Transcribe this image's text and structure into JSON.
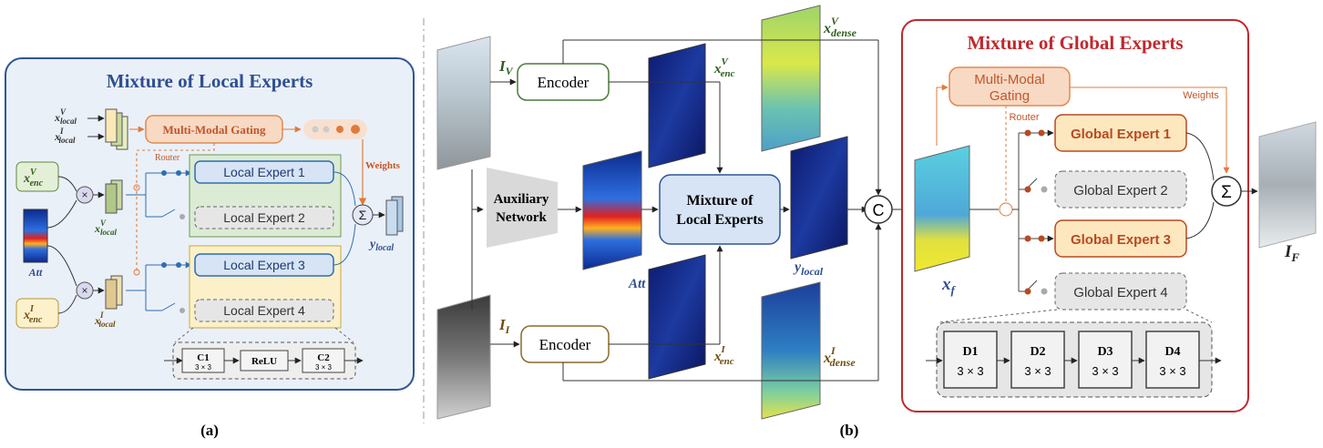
{
  "panel_a": {
    "title": "Mixture of Local Experts",
    "gating": "Multi-Modal Gating",
    "router": "Router",
    "weights": "Weights",
    "experts": [
      "Local Expert 1",
      "Local Expert 2",
      "Local Expert 3",
      "Local Expert 4"
    ],
    "x_local_v": "x",
    "x_local_v_sup": "V",
    "x_local_v_sub": "local",
    "x_local_i": "x",
    "x_local_i_sup": "I",
    "x_local_i_sub": "local",
    "x_enc_v": "x",
    "x_enc_v_sup": "V",
    "x_enc_v_sub": "enc",
    "x_enc_i": "x",
    "x_enc_i_sup": "I",
    "x_enc_i_sub": "enc",
    "att": "Att",
    "y_local": "y",
    "y_local_sub": "local",
    "sum_symbol": "Σ",
    "conv": [
      {
        "name": "C1",
        "size": "3 × 3"
      },
      {
        "name": "ReLU",
        "size": ""
      },
      {
        "name": "C2",
        "size": "3 × 3"
      }
    ],
    "caption": "(a)"
  },
  "panel_b": {
    "input_v": "I",
    "input_v_sub": "V",
    "input_i": "I",
    "input_i_sub": "I",
    "encoder": "Encoder",
    "aux_line1": "Auxiliary",
    "aux_line2": "Network",
    "mole_line1": "Mixture of",
    "mole_line2": "Local Experts",
    "att": "Att",
    "x_enc": "x",
    "x_enc_v_sup": "V",
    "x_enc_i_sup": "I",
    "x_enc_sub": "enc",
    "x_dense": "x",
    "x_dense_sub": "dense",
    "y_local": "y",
    "y_local_sub": "local",
    "concat": "C",
    "x_f": "x",
    "x_f_sub": "f",
    "output": "I",
    "output_sub": "F",
    "caption": "(b)"
  },
  "panel_moge": {
    "title": "Mixture of Global Experts",
    "gating_line1": "Multi-Modal",
    "gating_line2": "Gating",
    "router": "Router",
    "weights": "Weights",
    "experts": [
      "Global Expert 1",
      "Global Expert 2",
      "Global Expert 3",
      "Global Expert 4"
    ],
    "sum_symbol": "Σ",
    "dconv": [
      {
        "name": "D1",
        "size": "3 × 3"
      },
      {
        "name": "D2",
        "size": "3 × 3"
      },
      {
        "name": "D3",
        "size": "3 × 3"
      },
      {
        "name": "D4",
        "size": "3 × 3"
      }
    ]
  },
  "colors": {
    "local_panel_border": "#2f5597",
    "global_panel_border": "#c0282d",
    "title_blue": "#2f4f8f",
    "title_red": "#c0282d",
    "gating_fill": "#f8d9c4",
    "gating_border": "#e08a50",
    "orange_line": "#e07b39",
    "expert_blue_fill": "#d6e4f5",
    "expert_blue_border": "#2f6db0",
    "inactive_fill": "#e6e6e6",
    "green_panel": "#dcebd3",
    "yellow_panel": "#fbf0c8",
    "global_active_fill": "#fde7bf",
    "global_active_border": "#b84a20"
  }
}
